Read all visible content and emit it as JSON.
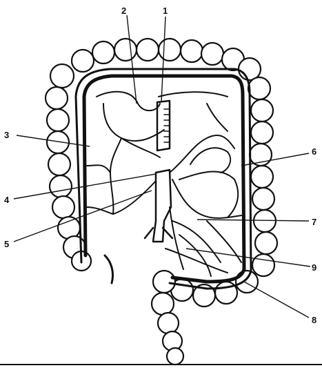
{
  "labels": [
    {
      "id": "1",
      "text": "1"
    },
    {
      "id": "2",
      "text": "2"
    },
    {
      "id": "3",
      "text": "3"
    },
    {
      "id": "4",
      "text": "4"
    },
    {
      "id": "5",
      "text": "5"
    },
    {
      "id": "6",
      "text": "6"
    },
    {
      "id": "7",
      "text": "7"
    },
    {
      "id": "8",
      "text": "8"
    },
    {
      "id": "9",
      "text": "9"
    }
  ],
  "colors": {
    "ink": "#111111",
    "background": "#ffffff"
  }
}
